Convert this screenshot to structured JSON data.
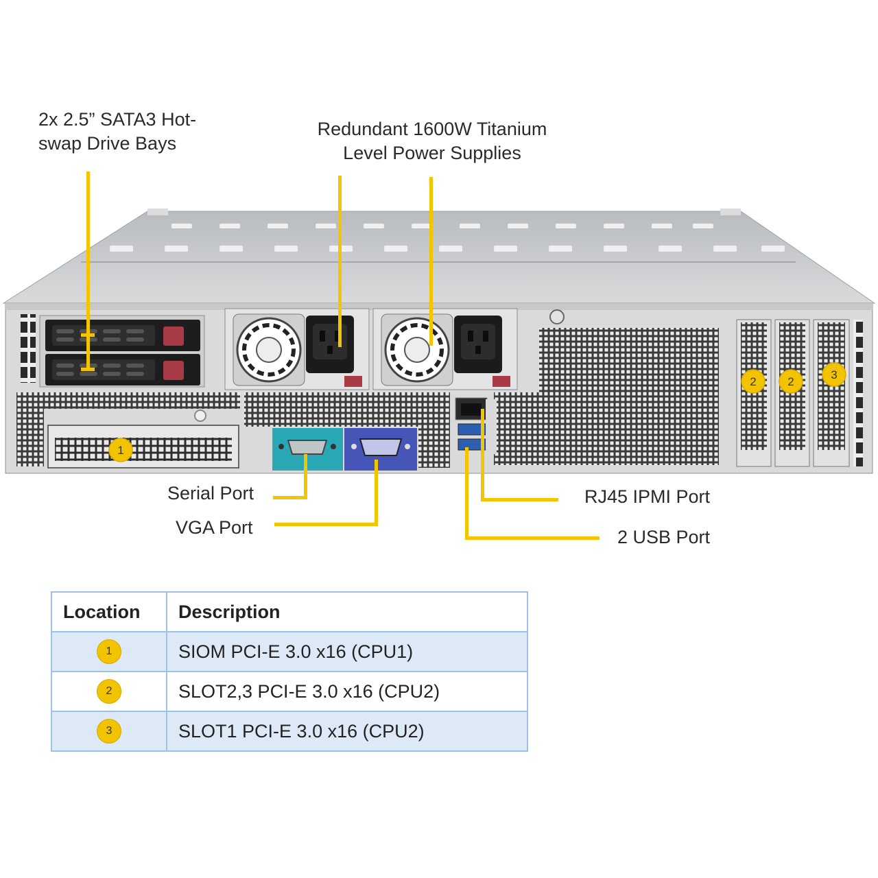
{
  "callouts": {
    "drive_bays": [
      "2x 2.5” SATA3 Hot-",
      "swap Drive Bays"
    ],
    "power": [
      "Redundant  1600W Titanium",
      "Level Power Supplies"
    ],
    "serial": "Serial Port",
    "vga": "VGA Port",
    "ipmi": "RJ45 IPMI  Port",
    "usb": "2 USB Port"
  },
  "badges": {
    "siom": "1",
    "slot2a": "2",
    "slot2b": "2",
    "slot3": "3"
  },
  "table": {
    "headers": [
      "Location",
      "Description"
    ],
    "rows": [
      {
        "badge": "1",
        "description": "SIOM PCI-E 3.0 x16 (CPU1)"
      },
      {
        "badge": "2",
        "description": "SLOT2,3 PCI-E 3.0 x16 (CPU2)"
      },
      {
        "badge": "3",
        "description": "SLOT1 PCI-E 3.0 x16 (CPU2)"
      }
    ]
  },
  "colors": {
    "leader": "#f2c500",
    "table_border": "#9cc2e6",
    "row_shade": "#dde9f7",
    "serial_port": "#2aa7b4",
    "vga_port": "#4655b8"
  }
}
